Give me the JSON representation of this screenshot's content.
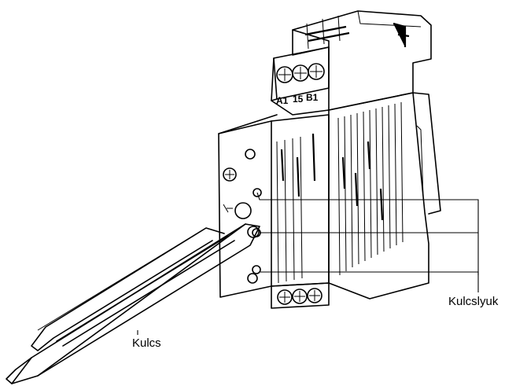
{
  "labels": {
    "key": "Kulcs",
    "keyhole": "Kulcslyuk"
  },
  "terminals": {
    "a1": "A1",
    "t15": "15",
    "b1": "B1"
  },
  "colors": {
    "ink": "#000000",
    "background": "#ffffff"
  }
}
